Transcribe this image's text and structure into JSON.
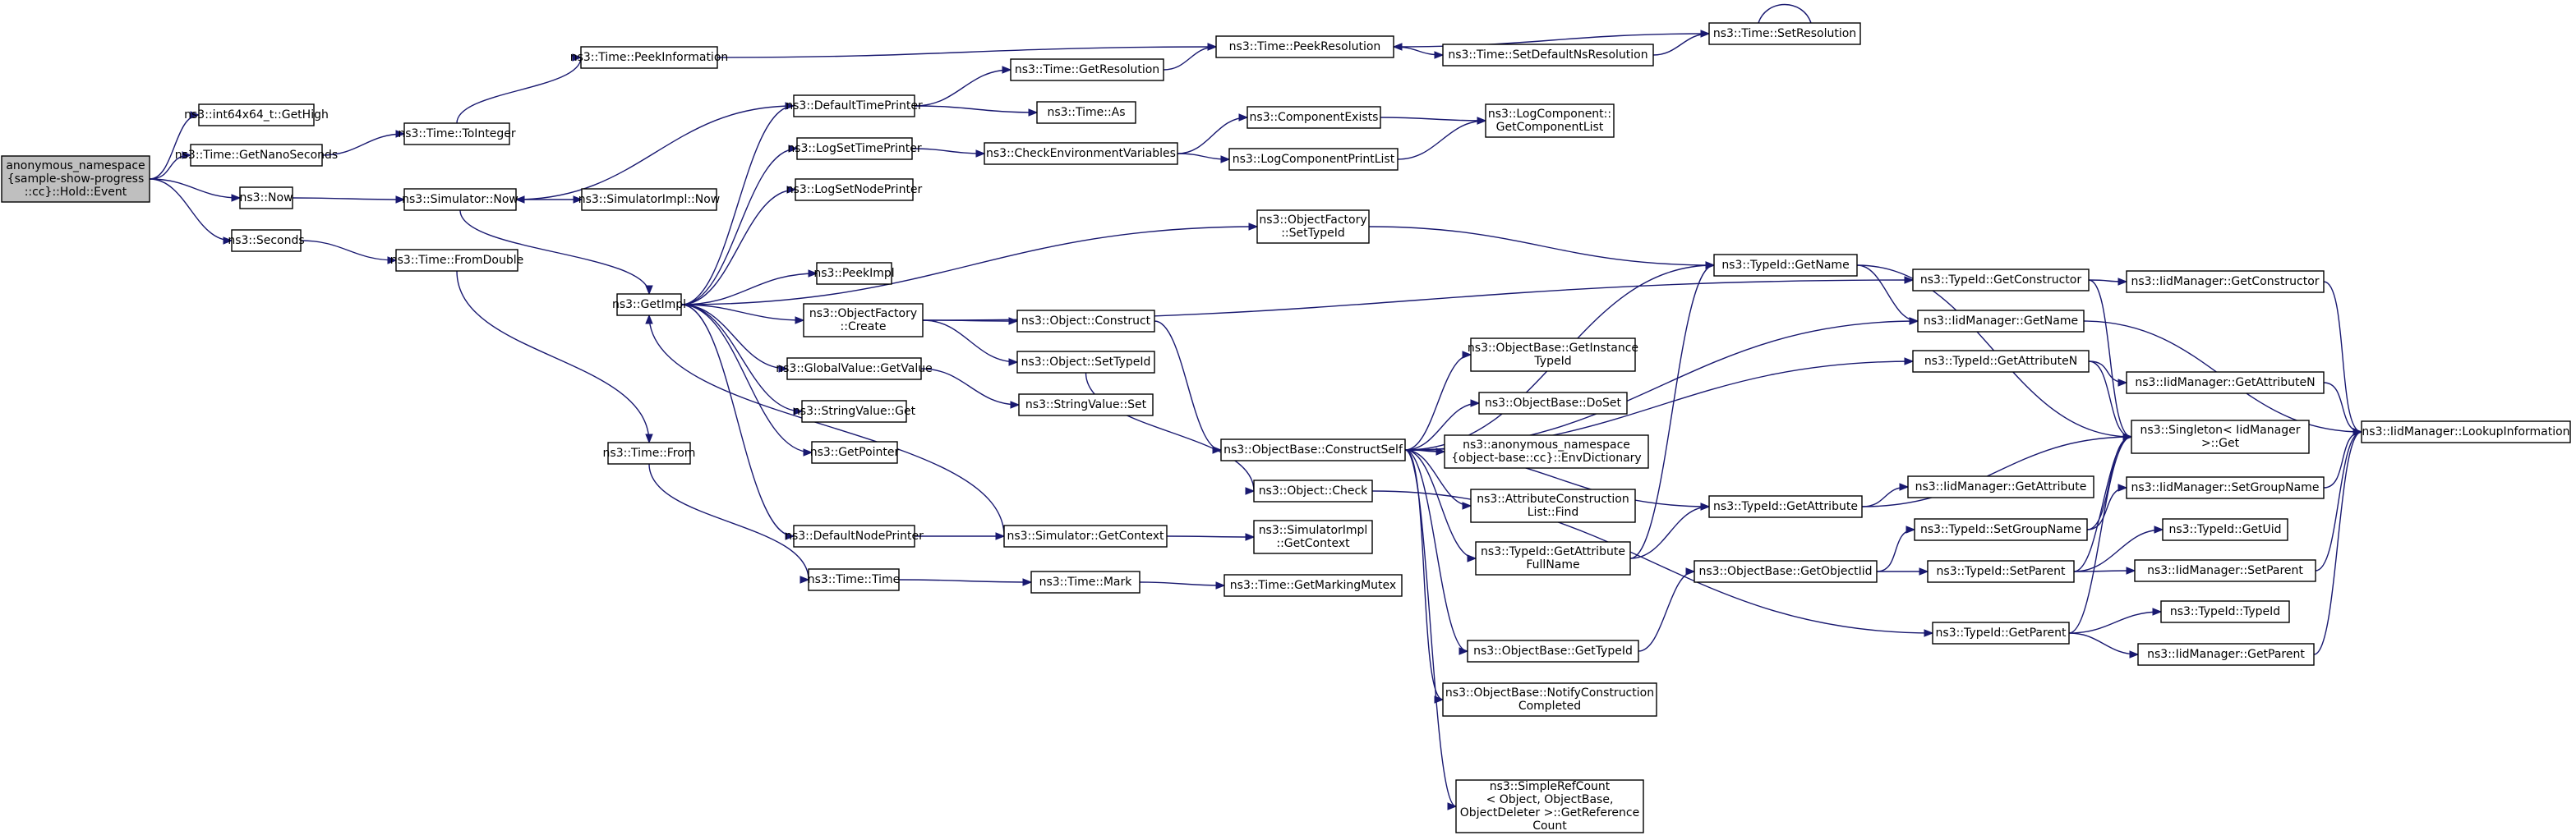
{
  "colors": {
    "edge": "#191970",
    "root_fill": "#bfbfbf",
    "node_fill": "#ffffff",
    "border": "#000000"
  },
  "nodes": {
    "hold_event": [
      "anonymous_namespace",
      "{sample-show-progress",
      "::cc}::Hold::Event"
    ],
    "int64_gethigh": [
      "ns3::int64x64_t::GetHigh"
    ],
    "time_getnanoseconds": [
      "ns3::Time::GetNanoSeconds"
    ],
    "now": [
      "ns3::Now"
    ],
    "seconds": [
      "ns3::Seconds"
    ],
    "time_fromdouble": [
      "ns3::Time::FromDouble"
    ],
    "time_tointeger": [
      "ns3::Time::ToInteger"
    ],
    "time_peekinformation": [
      "ns3::Time::PeekInformation"
    ],
    "simulator_now": [
      "ns3::Simulator::Now"
    ],
    "simulatorimpl_now": [
      "ns3::SimulatorImpl::Now"
    ],
    "getimpl": [
      "ns3::GetImpl"
    ],
    "time_from": [
      "ns3::Time::From"
    ],
    "time_time": [
      "ns3::Time::Time"
    ],
    "defaulttimeprinter": [
      "ns3::DefaultTimePrinter"
    ],
    "logsettimeprinter": [
      "ns3::LogSetTimePrinter"
    ],
    "logsetnodeprinter": [
      "ns3::LogSetNodePrinter"
    ],
    "peekimpl": [
      "ns3::PeekImpl"
    ],
    "objectfactory_create": [
      "ns3::ObjectFactory",
      "::Create"
    ],
    "globalvalue_getvalue": [
      "ns3::GlobalValue::GetValue"
    ],
    "stringvalue_get": [
      "ns3::StringValue::Get"
    ],
    "getpointer": [
      "ns3::GetPointer"
    ],
    "defaultnodeprinter": [
      "ns3::DefaultNodePrinter"
    ],
    "time_getresolution": [
      "ns3::Time::GetResolution"
    ],
    "time_as": [
      "ns3::Time::As"
    ],
    "checkenvironmentvariables": [
      "ns3::CheckEnvironmentVariables"
    ],
    "object_construct": [
      "ns3::Object::Construct"
    ],
    "object_settypeid": [
      "ns3::Object::SetTypeId"
    ],
    "stringvalue_set": [
      "ns3::StringValue::Set"
    ],
    "simulator_getcontext": [
      "ns3::Simulator::GetContext"
    ],
    "time_mark": [
      "ns3::Time::Mark"
    ],
    "time_peekresolution": [
      "ns3::Time::PeekResolution"
    ],
    "time_setresolution": [
      "ns3::Time::SetResolution"
    ],
    "time_setdefaultnsresolution": [
      "ns3::Time::SetDefaultNsResolution"
    ],
    "componentexists": [
      "ns3::ComponentExists"
    ],
    "logcomponentprintlist": [
      "ns3::LogComponentPrintList"
    ],
    "logcomponent_getcomponentlist": [
      "ns3::LogComponent::",
      "GetComponentList"
    ],
    "objectfactory_settypeid": [
      "ns3::ObjectFactory",
      "::SetTypeId"
    ],
    "objectbase_constructself": [
      "ns3::ObjectBase::ConstructSelf"
    ],
    "object_check": [
      "ns3::Object::Check"
    ],
    "simulatorimpl_getcontext": [
      "ns3::SimulatorImpl",
      "::GetContext"
    ],
    "time_getmarkingmutex": [
      "ns3::Time::GetMarkingMutex"
    ],
    "objectbase_getinstancetypeid": [
      "ns3::ObjectBase::GetInstance",
      "TypeId"
    ],
    "objectbase_doset": [
      "ns3::ObjectBase::DoSet"
    ],
    "envdictionary": [
      "ns3::anonymous_namespace",
      "{object-base::cc}::EnvDictionary"
    ],
    "attributeconstructionlist_find": [
      "ns3::AttributeConstruction",
      "List::Find"
    ],
    "typeid_getattributefullname": [
      "ns3::TypeId::GetAttribute",
      "FullName"
    ],
    "objectbase_gettypeid": [
      "ns3::ObjectBase::GetTypeId"
    ],
    "objectbase_notifyconstructioncompleted": [
      "ns3::ObjectBase::NotifyConstruction",
      "Completed"
    ],
    "simplerefcount_getreferencecount": [
      "ns3::SimpleRefCount",
      "< Object, ObjectBase,",
      "ObjectDeleter >::GetReference",
      "Count"
    ],
    "typeid_getname": [
      "ns3::TypeId::GetName"
    ],
    "typeid_getattribute": [
      "ns3::TypeId::GetAttribute"
    ],
    "objectbase_getobjectiid": [
      "ns3::ObjectBase::GetObjectIid"
    ],
    "typeid_getconstructor": [
      "ns3::TypeId::GetConstructor"
    ],
    "iidmanager_getname": [
      "ns3::IidManager::GetName"
    ],
    "typeid_getattributen": [
      "ns3::TypeId::GetAttributeN"
    ],
    "iidmanager_getattribute": [
      "ns3::IidManager::GetAttribute"
    ],
    "typeid_setgroupname": [
      "ns3::TypeId::SetGroupName"
    ],
    "typeid_setparent": [
      "ns3::TypeId::SetParent"
    ],
    "typeid_getparent": [
      "ns3::TypeId::GetParent"
    ],
    "iidmanager_getconstructor": [
      "ns3::IidManager::GetConstructor"
    ],
    "iidmanager_getattributen": [
      "ns3::IidManager::GetAttributeN"
    ],
    "singleton_get": [
      "ns3::Singleton< IidManager",
      ">::Get"
    ],
    "iidmanager_setgroupname": [
      "ns3::IidManager::SetGroupName"
    ],
    "typeid_getuid": [
      "ns3::TypeId::GetUid"
    ],
    "iidmanager_setparent": [
      "ns3::IidManager::SetParent"
    ],
    "typeid_typeid": [
      "ns3::TypeId::TypeId"
    ],
    "iidmanager_getparent": [
      "ns3::IidManager::GetParent"
    ],
    "iidmanager_lookupinformation": [
      "ns3::IidManager::LookupInformation"
    ]
  }
}
